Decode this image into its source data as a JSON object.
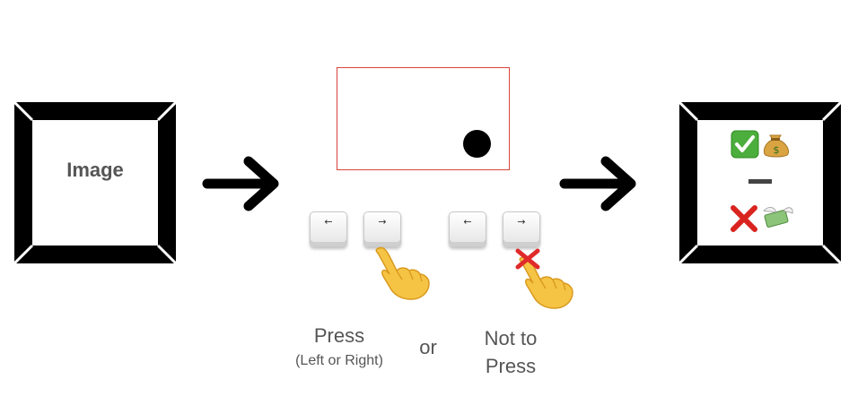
{
  "input_frame": {
    "label": "Image"
  },
  "keys": {
    "left_glyph": "←",
    "right_glyph": "→"
  },
  "captions": {
    "press": "Press",
    "press_sub": "(Left or Right)",
    "or": "or",
    "not_to_press_line1": "Not to",
    "not_to_press_line2": "Press"
  },
  "output_frame": {
    "correct_reward": "✅💰",
    "separator": "—",
    "wrong_penalty": "❌💸"
  },
  "colors": {
    "frame": "#000000",
    "screen_border": "#d9443a",
    "text": "#555555",
    "target_dot": "#000000"
  },
  "icons": [
    "arrow-right-icon",
    "pointing-hand-icon",
    "cross-mark-icon",
    "check-mark-icon",
    "money-bag-icon",
    "money-with-wings-icon"
  ]
}
